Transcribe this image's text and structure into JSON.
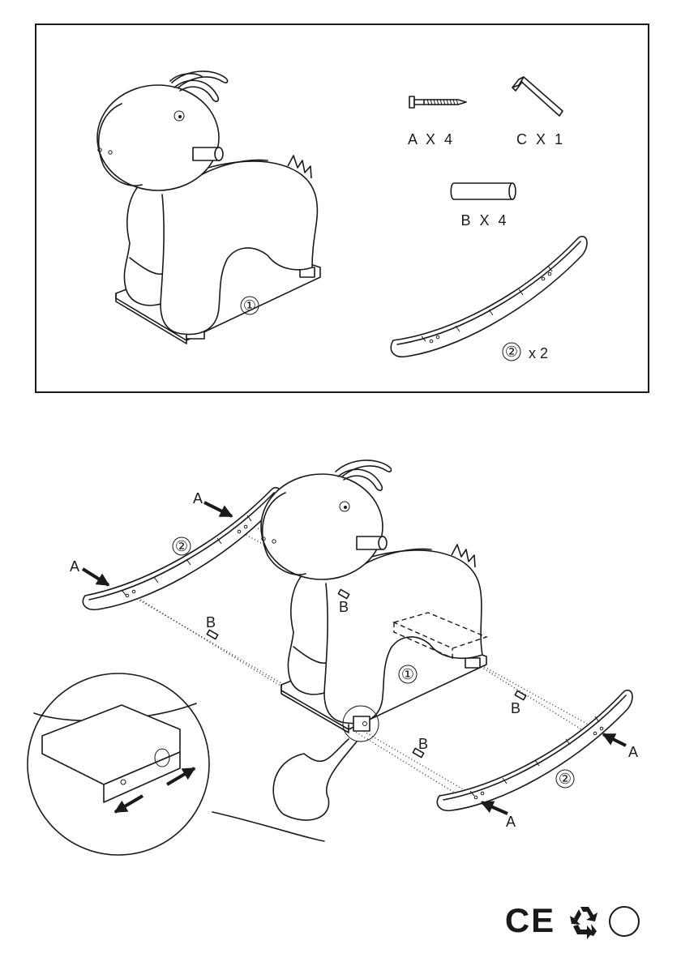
{
  "parts": {
    "screw": {
      "label": "A X 4",
      "icon": "screw-icon"
    },
    "wrench": {
      "label": "C X 1",
      "icon": "allen-key-icon"
    },
    "dowel": {
      "label": "B X 4",
      "icon": "dowel-icon"
    },
    "body": {
      "label": "①",
      "icon": "plush-animal-icon"
    },
    "rocker": {
      "number": "②",
      "qty": "x 2",
      "icon": "rocker-icon"
    }
  },
  "assembly": {
    "label_a": "A",
    "label_b": "B",
    "label_body": "①",
    "label_rocker": "②"
  },
  "marks": {
    "ce": "CE",
    "recycle": "recycle-icon",
    "circle": "circle-icon"
  }
}
